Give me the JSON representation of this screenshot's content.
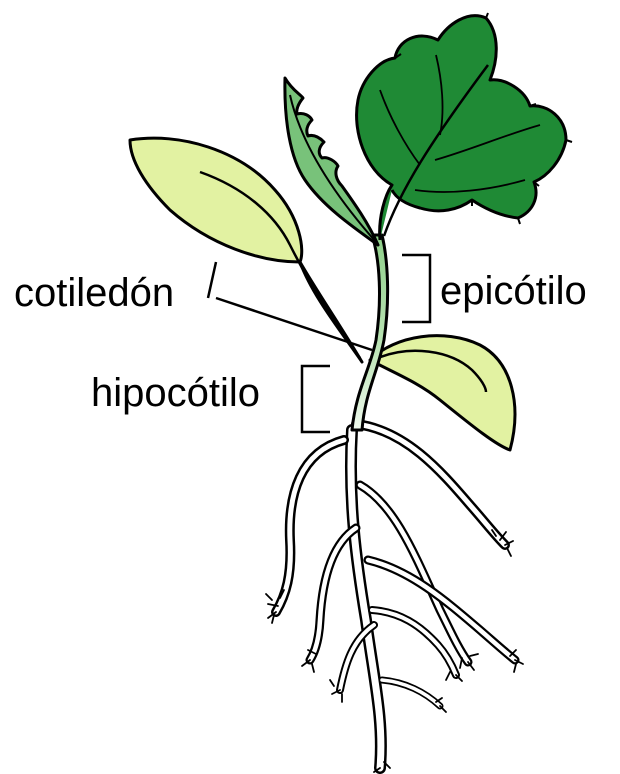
{
  "labels": {
    "cotyledon": "cotiledón",
    "epicotyl": "epicótilo",
    "hypocotyl": "hipocótilo"
  },
  "colors": {
    "outline": "#000000",
    "dark_leaf": "#1f8a35",
    "mid_leaf": "#78c27a",
    "cotyledon_fill": "#e2f2a2",
    "stem_top": "#8fd08a",
    "stem_bottom": "#e6f5e4",
    "root_fill": "#ffffff",
    "background": "#ffffff"
  }
}
